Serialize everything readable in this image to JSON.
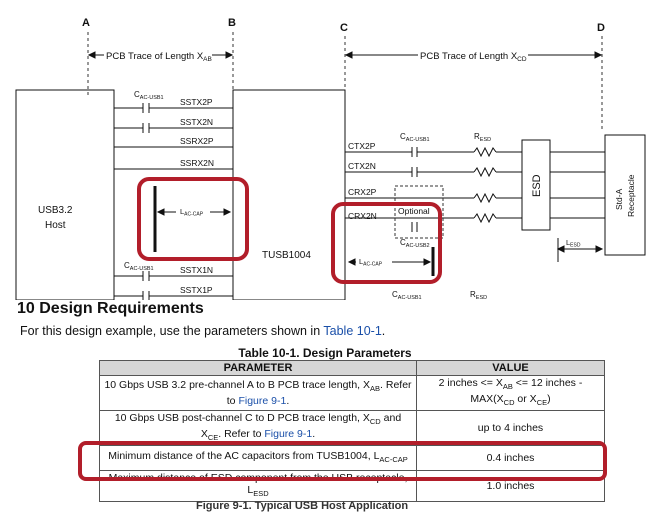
{
  "diagram": {
    "markers": [
      "A",
      "B",
      "C",
      "D"
    ],
    "trace_ab": "PCB Trace of Length X",
    "trace_ab_sub": "AB",
    "trace_cd": "PCB Trace of Length X",
    "trace_cd_sub": "CD",
    "host_label_1": "USB3.2",
    "host_label_2": "Host",
    "cap_usb1": "C",
    "cap_usb1_sub": "AC-USB1",
    "cap_usb2_sub": "AC-USB2",
    "lac_cap": "L",
    "lac_cap_sub": "AC-CAP",
    "tx_left": [
      "SSTX2P",
      "SSTX2N",
      "SSRX2P",
      "SSRX2N"
    ],
    "tx_left_bottom": [
      "SSTX1N",
      "SSTX1P"
    ],
    "chip_label": "TUSB1004",
    "right_signals": [
      "CTX2P",
      "CTX2N",
      "CRX2P",
      "CRX2N"
    ],
    "resd": "R",
    "resd_sub": "ESD",
    "esd": "ESD",
    "optional": "Optional",
    "lesd": "L",
    "lesd_sub": "ESD",
    "receptacle_1": "Std-A",
    "receptacle_2": "Receptacle"
  },
  "section": {
    "title": "10 Design Requirements",
    "intro_before": "For this design example, use the parameters shown in ",
    "intro_link": "Table 10-1",
    "intro_after": "."
  },
  "table": {
    "caption": "Table 10-1. Design Parameters",
    "headers": [
      "PARAMETER",
      "VALUE"
    ],
    "rows": [
      {
        "param_1": "10 Gbps USB 3.2 pre-channel A to B PCB trace length, X",
        "param_sub": "AB",
        "param_2": ". Refer to ",
        "param_link": "Figure 9-1",
        "param_3": ".",
        "value": "2 inches <= X",
        "value_sub": "AB",
        "value_2": " <= 12 inches - MAX(X",
        "value_sub2": "CD",
        "value_3": " or X",
        "value_sub3": "CE",
        "value_4": ")"
      },
      {
        "param_1": "10 Gbps USB post-channel C to D PCB trace length, X",
        "param_sub": "CD",
        "param_2": " and X",
        "param_sub2": "CE",
        "param_3": ". Refer to ",
        "param_link": "Figure 9-1",
        "param_4": ".",
        "value": "up to 4 inches"
      },
      {
        "param_1": "Minimum distance of the AC capacitors from TUSB1004, L",
        "param_sub": "AC-CAP",
        "value": "0.4 inches"
      },
      {
        "param_1": "Maximum distance of ESD component from the USB receptacle, L",
        "param_sub": "ESD",
        "value": "1.0 inches"
      }
    ]
  },
  "bottom_caption": "Figure 9-1. Typical USB Host Application",
  "colors": {
    "highlight": "#b21e2a",
    "link": "#1a4fa8",
    "header_bg": "#d6d6d6"
  }
}
